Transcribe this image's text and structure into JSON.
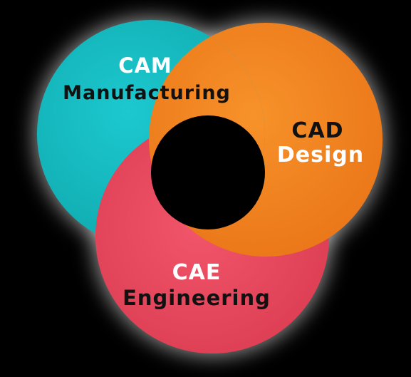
{
  "diagram": {
    "background": "#000000",
    "glow_color": "#ffffff",
    "center_hole_color": "#000000",
    "circles": [
      {
        "id": "cam",
        "acronym": "CAM",
        "subtitle": "Manufacturing",
        "fill": "#1cc9cf",
        "fill_dark": "#0fa8ad",
        "acronym_color": "#ffffff",
        "subtitle_color": "#111111"
      },
      {
        "id": "cad",
        "acronym": "CAD",
        "subtitle": "Design",
        "fill": "#f7922a",
        "fill_dark": "#e97417",
        "acronym_color": "#111111",
        "subtitle_color": "#ffffff"
      },
      {
        "id": "cae",
        "acronym": "CAE",
        "subtitle": "Engineering",
        "fill": "#f2566b",
        "fill_dark": "#d93a4f",
        "acronym_color": "#ffffff",
        "subtitle_color": "#111111"
      }
    ]
  }
}
